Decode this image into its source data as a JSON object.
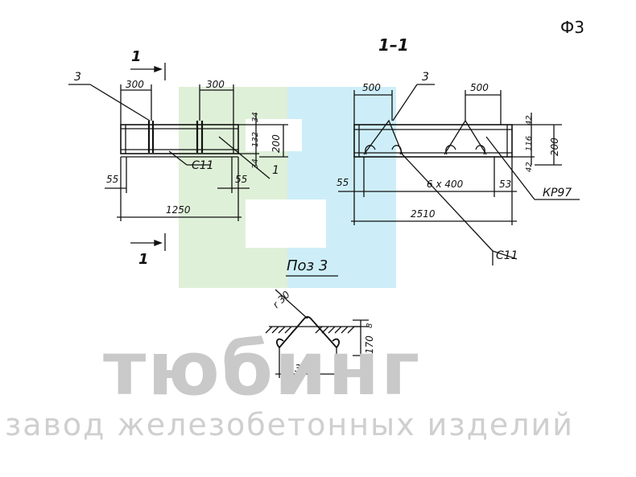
{
  "sheet_code": "Ф3",
  "section_title": "1–1",
  "position_title": "Поз 3",
  "watermark": {
    "brand": "тюбинг",
    "tagline": "завод железобетонных изделий",
    "colors": {
      "green": "#dff0d8",
      "blue": "#cdeef8"
    }
  },
  "cut_marker": {
    "top_label": "1",
    "bottom_label": "1"
  },
  "left_view": {
    "callout_3": "3",
    "dim_top_left": "300",
    "dim_top_right": "300",
    "dim_right_34_a": "34",
    "dim_right_132": "132",
    "dim_right_34_b": "34",
    "dim_height": "200",
    "label_c11": "С11",
    "callout_1": "1",
    "dim_left_55": "55",
    "dim_right_55": "55",
    "dim_total": "1250"
  },
  "right_view": {
    "dim_500_left": "500",
    "callout_3": "3",
    "dim_500_right": "500",
    "dim_42_top": "42",
    "dim_116": "116",
    "dim_42_bottom": "42",
    "dim_height": "200",
    "dim_left_55": "55",
    "dim_spacing": "6 x 400",
    "dim_right_53": "53",
    "label_kr97": "КР97",
    "dim_total": "2510",
    "label_c11": "С11"
  },
  "pos3_detail": {
    "dim_r30": "r 30",
    "dim_8": "8",
    "dim_170": "170",
    "dim_350": "350"
  }
}
